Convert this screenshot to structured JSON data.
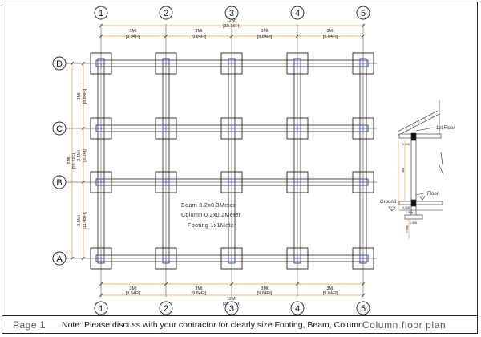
{
  "plan": {
    "grid_x": [
      "1",
      "2",
      "3",
      "4",
      "5"
    ],
    "grid_y": [
      "D",
      "C",
      "B",
      "A"
    ],
    "top_dims": {
      "total": "12Mt",
      "total_ft": "[39.36Ft]",
      "spans": [
        {
          "m": "3Mt",
          "ft": "[9.84Ft]"
        },
        {
          "m": "3Mt",
          "ft": "[9.84Ft]"
        },
        {
          "m": "3Mt",
          "ft": "[9.84Ft]"
        },
        {
          "m": "3Mt",
          "ft": "[9.84Ft]"
        }
      ]
    },
    "bottom_dims": {
      "total": "12Mt",
      "total_ft": "[39.36Ft]",
      "spans": [
        {
          "m": "3Mt",
          "ft": "[9.84Ft]"
        },
        {
          "m": "3Mt",
          "ft": "[9.84Ft]"
        },
        {
          "m": "3Mt",
          "ft": "[9.84Ft]"
        },
        {
          "m": "3Mt",
          "ft": "[9.84Ft]"
        }
      ]
    },
    "left_dims": {
      "total": "9Mt",
      "total_ft": "[29.52Ft]",
      "spans": [
        {
          "m": "3Mt",
          "ft": "[9.84Ft]"
        },
        {
          "m": "2.5Mt",
          "ft": "[8.2Ft]"
        },
        {
          "m": "3.5Mt",
          "ft": "[11.48Ft]"
        }
      ]
    },
    "notes": [
      "Beam 0.2x0.3Meter",
      "Column 0.2x0.2Meter",
      "Footing 1x1Meter"
    ]
  },
  "section": {
    "upper_label": "1st Floor",
    "lower_label": "Floor",
    "ground_label": "Ground",
    "dims": [
      "3Mt",
      "0.3Mt",
      "0.3Mt",
      "1.5Mt",
      "0.5Mt",
      "1.5Mt"
    ]
  },
  "footer": {
    "page": "Page 1",
    "note": "Note: Please discuss with your contractor for clearly size Footing, Beam, Column",
    "title": "Column floor plan"
  },
  "colors": {
    "line": "#222222",
    "dimension": "#e8a33c",
    "column_mark": "#3a4fd0",
    "label_text": "#555555"
  }
}
